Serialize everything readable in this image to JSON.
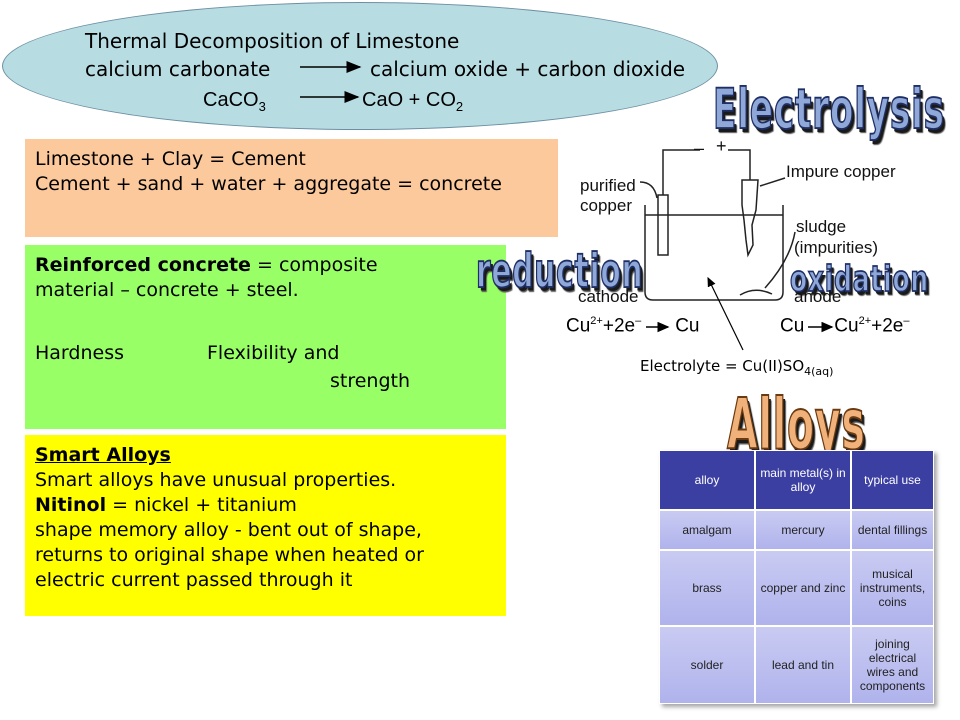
{
  "thermal": {
    "title": "Thermal Decomposition of Limestone",
    "word_lhs": "calcium carbonate",
    "word_rhs": "calcium oxide + carbon dioxide",
    "formula_lhs": "CaCO",
    "formula_lhs_sub": "3",
    "formula_rhs": "CaO + CO",
    "formula_rhs_sub": "2"
  },
  "cement": {
    "line1": "Limestone + Clay = Cement",
    "line2": "Cement + sand + water + aggregate = concrete"
  },
  "concrete": {
    "bold": "Reinforced concrete",
    "line1_rest": " = composite",
    "line2": "material – concrete + steel.",
    "hardness": "Hardness",
    "flexibility": "Flexibility and",
    "strength": "strength"
  },
  "smart": {
    "heading": "Smart Alloys",
    "line1": "Smart alloys have unusual properties.",
    "nitinol_bold": "Nitinol",
    "nitinol_rest": " = nickel + titanium",
    "line3": "shape memory alloy - bent out of shape,",
    "line4": "returns to original shape when heated or",
    "line5": "electric current passed through it"
  },
  "titles": {
    "electrolysis": "Electrolysis",
    "reduction": "reduction",
    "oxidation": "oxidation",
    "alloys": "Alloys"
  },
  "diagram": {
    "minus": "–",
    "plus": "+",
    "purified": "purified",
    "copper": "copper",
    "impure_copper": "Impure copper",
    "sludge": "sludge",
    "impurities": "(impurities)",
    "cathode": "cathode",
    "anode": "anode",
    "cathode_eq_1": "Cu",
    "cathode_eq_sup": "2+",
    "cathode_eq_2": "+2e",
    "cathode_eq_sup2": "–",
    "cathode_eq_3": "Cu",
    "anode_eq_1": "Cu",
    "anode_eq_2": "Cu",
    "anode_eq_sup": "2+",
    "anode_eq_3": "+2e",
    "anode_eq_sup2": "–",
    "electrolyte": "Electrolyte = Cu(II)SO",
    "electrolyte_sub": "4(aq)"
  },
  "alloy_table": {
    "headers": [
      "alloy",
      "main metal(s) in alloy",
      "typical use"
    ],
    "rows": [
      [
        "amalgam",
        "mercury",
        "dental fillings"
      ],
      [
        "brass",
        "copper and zinc",
        "musical instruments, coins"
      ],
      [
        "solder",
        "lead and tin",
        "joining electrical wires and components"
      ]
    ]
  },
  "colors": {
    "ellipse": "#b7dde3",
    "cement_box": "#fcc99c",
    "concrete_box": "#99ff66",
    "smart_box": "#ffff00",
    "table_header": "#3b3fa2",
    "table_cell": "#c0c2f0"
  }
}
